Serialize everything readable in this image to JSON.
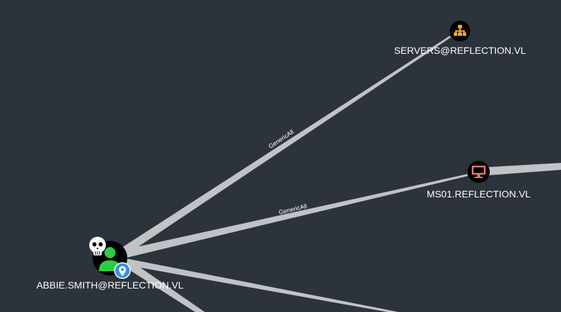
{
  "graph": {
    "nodes": {
      "user": {
        "label": "ABBIE.SMITH@REFLECTION.VL",
        "type": "user",
        "owned": true,
        "starting_node": true
      },
      "group": {
        "label": "SERVERS@REFLECTION.VL",
        "type": "organizational-unit"
      },
      "computer": {
        "label": "MS01.REFLECTION.VL",
        "type": "computer"
      }
    },
    "edges": [
      {
        "from": "ABBIE.SMITH@REFLECTION.VL",
        "to": "SERVERS@REFLECTION.VL",
        "label": "GenericAll"
      },
      {
        "from": "ABBIE.SMITH@REFLECTION.VL",
        "to": "MS01.REFLECTION.VL",
        "label": "GenericAll"
      }
    ],
    "colors": {
      "background": "#2d333b",
      "edge": "#c0c2c5",
      "user_icon": "#2ecc40",
      "ou_icon": "#f5a623",
      "computer_icon": "#e57373",
      "owned_icon": "#ffffff",
      "start_marker": "#3b8fe0"
    }
  }
}
